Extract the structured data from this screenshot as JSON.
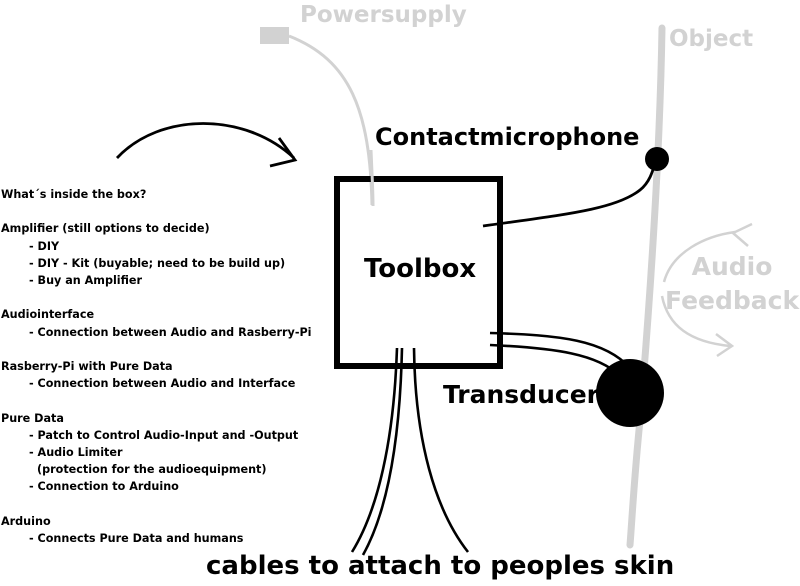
{
  "labels": {
    "powersupply": "Powersupply",
    "object": "Object",
    "contactmicrophone": "Contactmicrophone",
    "toolbox": "Toolbox",
    "transducer": "Transducer",
    "audio_feedback_line1": "Audio",
    "audio_feedback_line2": "Feedback",
    "cables": "cables to attach to peoples skin"
  },
  "notes": {
    "question": "What´s inside the box?",
    "sections": [
      {
        "title": "Amplifier (still options to decide)",
        "items": [
          "- DIY",
          "- DIY - Kit (buyable; need to be build up)",
          "- Buy an Amplifier"
        ]
      },
      {
        "title": "Audiointerface",
        "items": [
          "- Connection between Audio and Rasberry-Pi"
        ]
      },
      {
        "title": "Rasberry-Pi with Pure Data",
        "items": [
          "- Connection between Audio and Interface"
        ]
      },
      {
        "title": "Pure Data",
        "items": [
          "- Patch to Control Audio-Input and -Output",
          "- Audio Limiter",
          "(protection for the audioequipment)",
          "- Connection to Arduino"
        ]
      },
      {
        "title": "Arduino",
        "items": [
          "- Connects Pure Data and humans"
        ]
      }
    ]
  },
  "colors": {
    "ink": "#000000",
    "gray": "#d2d2d2",
    "background": "#ffffff"
  }
}
